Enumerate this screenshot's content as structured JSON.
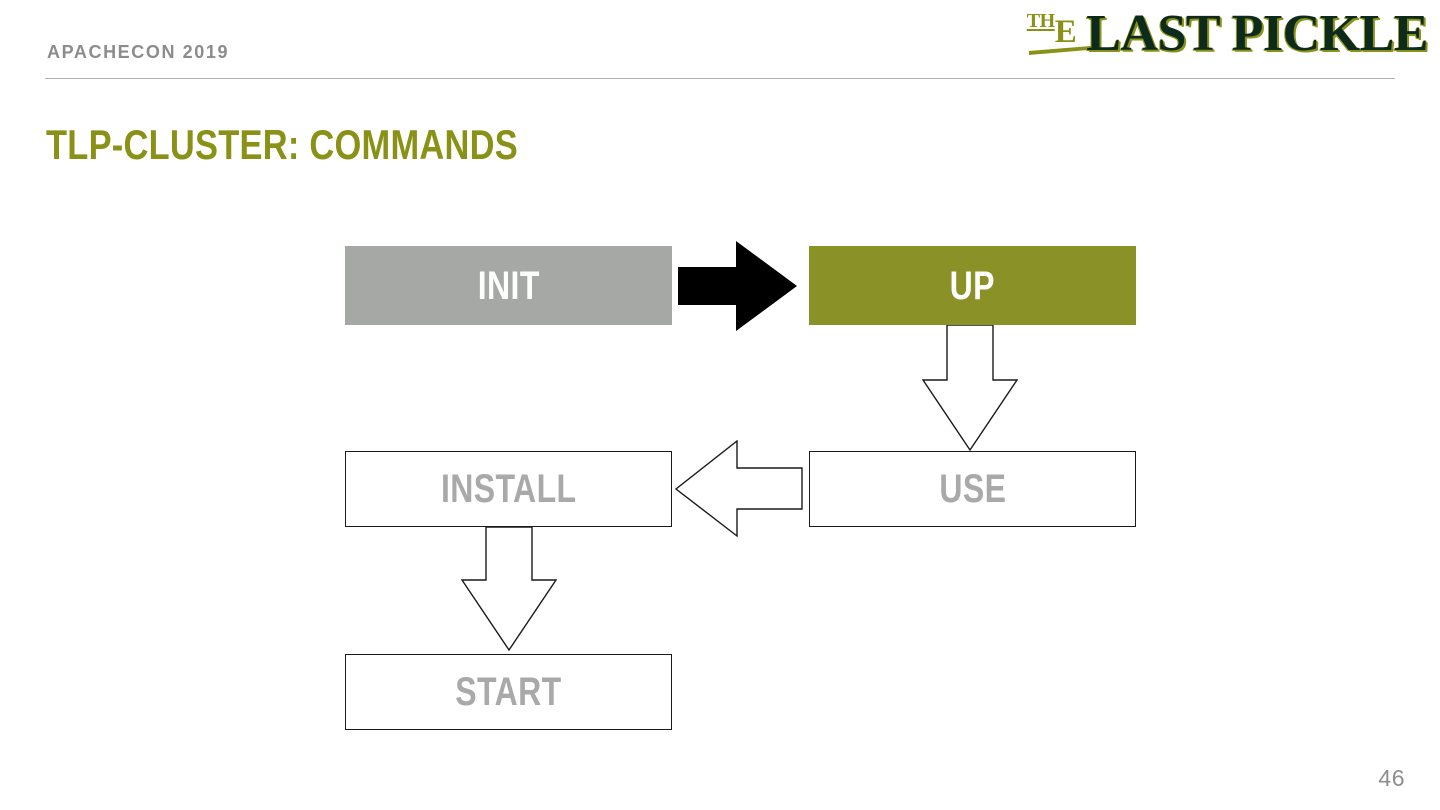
{
  "slide": {
    "eyebrow": "APACHECON 2019",
    "title": "TLP-CLUSTER: COMMANDS",
    "page_number": "46",
    "accent_color": "#8a9117",
    "background_color": "#ffffff"
  },
  "logo": {
    "word_the_sup": "TH",
    "word_the_rest": "E",
    "word_main": "LAST PICKLE",
    "green": "#8a9117",
    "dark": "#0d2b1c"
  },
  "diagram": {
    "type": "flowchart",
    "nodes": [
      {
        "id": "init",
        "label": "INIT",
        "fill": "#a6a8a5",
        "text_color": "#ffffff",
        "style": "filled-gray"
      },
      {
        "id": "up",
        "label": "UP",
        "fill": "#8a9127",
        "text_color": "#ffffff",
        "style": "filled-olive"
      },
      {
        "id": "install",
        "label": "INSTALL",
        "fill": "#ffffff",
        "text_color": "#a9a9a9",
        "style": "outline"
      },
      {
        "id": "use",
        "label": "USE",
        "fill": "#ffffff",
        "text_color": "#a9a9a9",
        "style": "outline"
      },
      {
        "id": "start",
        "label": "START",
        "fill": "#ffffff",
        "text_color": "#a9a9a9",
        "style": "outline"
      }
    ],
    "edges": [
      {
        "from": "init",
        "to": "up",
        "direction": "right",
        "style": "solid-black"
      },
      {
        "from": "up",
        "to": "use",
        "direction": "down",
        "style": "outline"
      },
      {
        "from": "use",
        "to": "install",
        "direction": "left",
        "style": "outline"
      },
      {
        "from": "install",
        "to": "start",
        "direction": "down",
        "style": "outline"
      }
    ]
  }
}
